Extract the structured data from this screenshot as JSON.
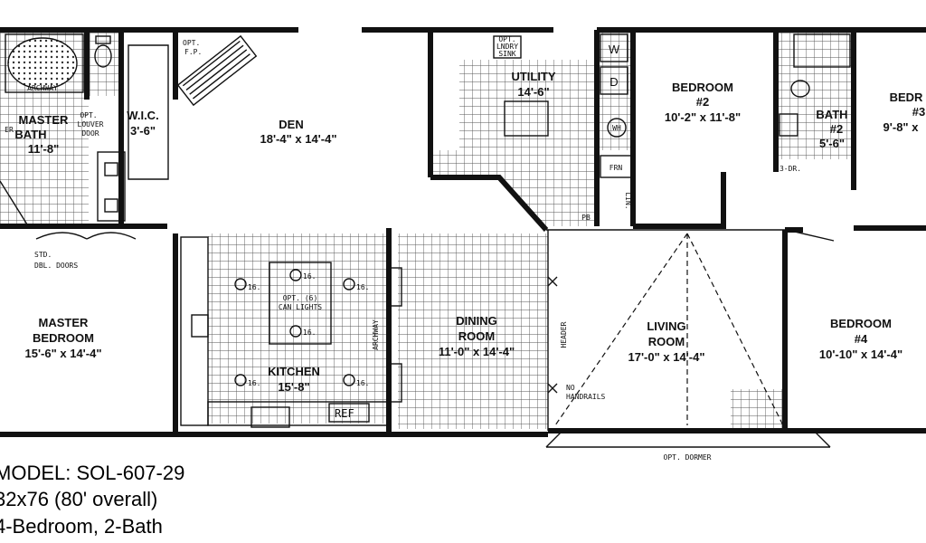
{
  "rooms": {
    "master_bath": {
      "name": "MASTER",
      "name2": "BATH",
      "dims": "11'-8\""
    },
    "wic": {
      "name": "W.I.C.",
      "dims": "3'-6\""
    },
    "den": {
      "name": "DEN",
      "dims": "18'-4\" x 14'-4\""
    },
    "utility": {
      "name": "UTILITY",
      "dims": "14'-6\""
    },
    "bedroom2": {
      "name": "BEDROOM",
      "num": "#2",
      "dims": "10'-2\" x 11'-8\""
    },
    "bath2": {
      "name": "BATH",
      "num": "#2",
      "dims": "5'-6\""
    },
    "bedroom3": {
      "name": "BEDR",
      "num": "#3",
      "dims": "9'-8\" x"
    },
    "master_bedroom": {
      "name": "MASTER",
      "name2": "BEDROOM",
      "dims": "15'-6\" x 14'-4\""
    },
    "kitchen": {
      "name": "KITCHEN",
      "dims": "15'-8\""
    },
    "dining": {
      "name": "DINING",
      "name2": "ROOM",
      "dims": "11'-0\" x 14'-4\""
    },
    "living": {
      "name": "LIVING",
      "name2": "ROOM",
      "dims": "17'-0\" x 14'-4\""
    },
    "bedroom4": {
      "name": "BEDROOM",
      "num": "#4",
      "dims": "10'-10\" x 14'-4\""
    }
  },
  "notes": {
    "archway_top": "ARCHWAY",
    "opt_louver": "OPT.",
    "louver": "LOUVER",
    "door": "DOOR",
    "opt_fp": "OPT.",
    "fp": "F.P.",
    "opt_lndry": "OPT.",
    "lndry": "LNDRY",
    "sink": "SINK",
    "washer": "W",
    "dryer": "D",
    "wh": "WH",
    "frn": "FRN",
    "lin": "LIN.",
    "pb": "PB",
    "three_dr": "3-DR.",
    "std": "STD.",
    "dbl_doors": "DBL. DOORS",
    "opt_can": "OPT. (6)",
    "can_lights": "CAN LIGHTS",
    "archway_side": "ARCHWAY",
    "header": "HEADER",
    "no": "NO",
    "handrails": "HANDRAILS",
    "opt_dormer": "OPT. DORMER",
    "ref": "REF",
    "light": "16.",
    "er": "ER"
  },
  "model": {
    "line1": "MODEL: SOL-607-29",
    "line2": "32x76 (80' overall)",
    "line3": "4-Bedroom, 2-Bath"
  }
}
